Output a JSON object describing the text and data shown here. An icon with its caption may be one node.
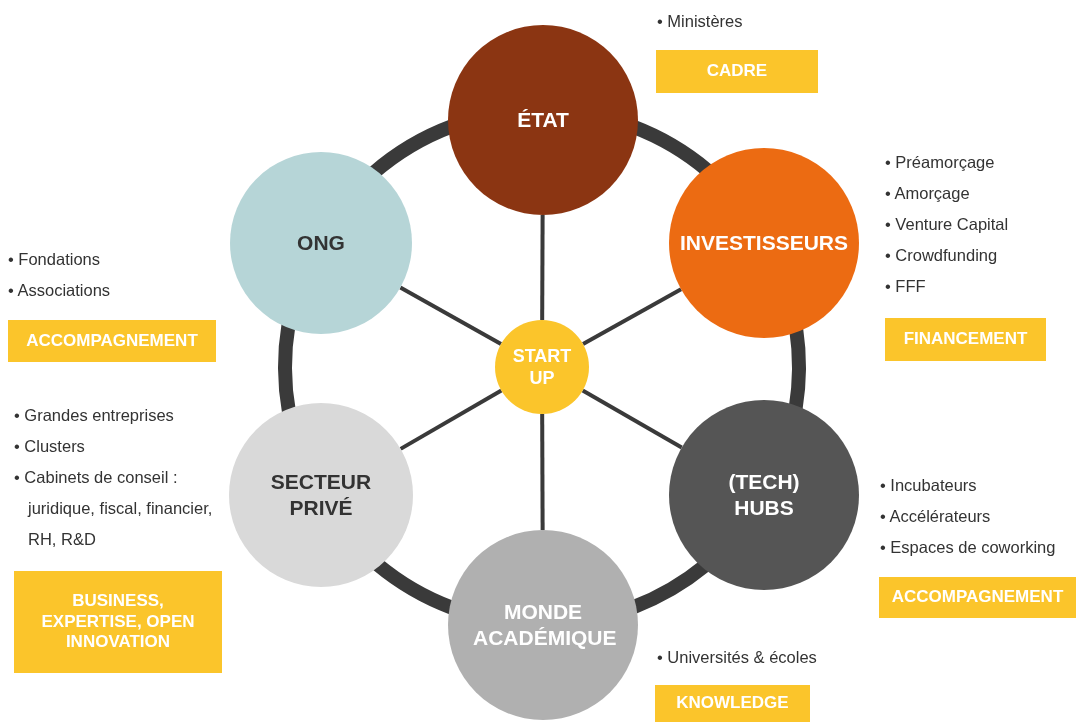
{
  "diagram": {
    "nodes": [
      {
        "text": [
          "CADRE"
        ],
        "beside": [
          "• Ministères"
        ]
      },
      {
        "text": [
          "ÉTAT"
        ]
      },
      {
        "text": [
          "INVESTISSEURS"
        ]
      },
      {
        "text": [
          "ONG"
        ]
      },
      {
        "text": [
          "FINANCEMENT"
        ],
        "beside": [
          "• Préamorçage",
          "• Amorçage",
          "• Venture Capital",
          "• Crowdfunding",
          "• FFF"
        ]
      },
      {
        "text": [
          "ACCOMPAGNEMENT"
        ],
        "beside": [
          "• Fondations",
          "• Associations"
        ]
      },
      {
        "text": [
          "START UP"
        ]
      },
      {
        "text": [
          "SECTEUR PRIVÉ"
        ]
      },
      {
        "text": [
          "(TECH) HUBS"
        ]
      },
      {
        "text": [
          "ACCOMPAGNEMENT"
        ],
        "beside": [
          "• Incubateurs",
          "• Accélérateurs",
          "• Espaces de coworking"
        ]
      },
      {
        "text": [
          "BUSINESS, EXPERTISE, OPEN INNOVATION"
        ],
        "beside": [
          "• Grandes entreprises",
          "• Clusters",
          "• Cabinets de conseil : juridique, fiscal, financier, RH, R&D"
        ]
      },
      {
        "text": [
          "MONDE ACADÉMIQUE"
        ]
      },
      {
        "text": [
          "KNOWLEDGE"
        ],
        "beside": [
          "• Universités & écoles"
        ]
      }
    ],
    "edges": [
      {
        "from": 6,
        "to": 1,
        "arrow": "none"
      },
      {
        "from": 6,
        "to": 2,
        "arrow": "none"
      },
      {
        "from": 6,
        "to": 8,
        "arrow": "none"
      },
      {
        "from": 6,
        "to": 11,
        "arrow": "none"
      },
      {
        "from": 6,
        "to": 7,
        "arrow": "none"
      },
      {
        "from": 6,
        "to": 3,
        "arrow": "none"
      },
      {
        "from": 1,
        "to": 2,
        "arrow": "none",
        "style": "thick"
      },
      {
        "from": 2,
        "to": 8,
        "arrow": "none",
        "style": "thick"
      },
      {
        "from": 8,
        "to": 11,
        "arrow": "none",
        "style": "thick"
      },
      {
        "from": 11,
        "to": 7,
        "arrow": "none",
        "style": "thick"
      },
      {
        "from": 7,
        "to": 3,
        "arrow": "none",
        "style": "thick"
      },
      {
        "from": 3,
        "to": 1,
        "arrow": "none",
        "style": "thick"
      }
    ]
  }
}
